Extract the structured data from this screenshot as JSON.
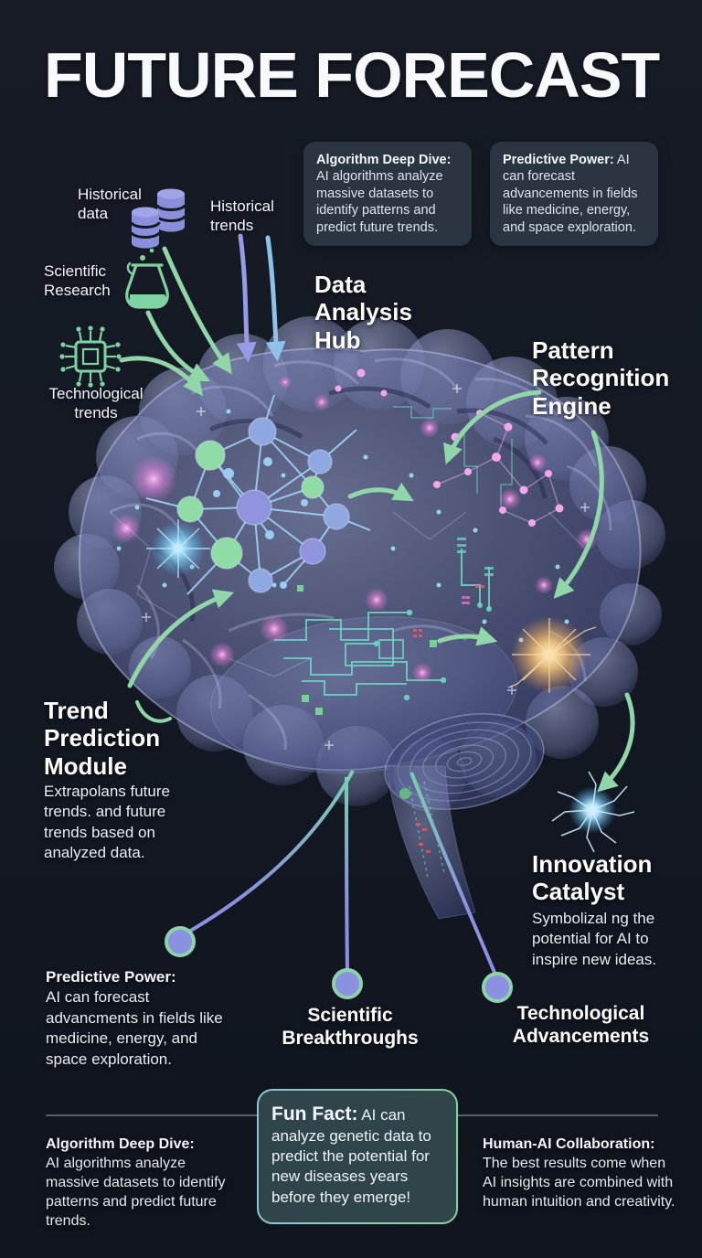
{
  "title": "FUTURE FORECAST",
  "colors": {
    "background": "#141a24",
    "panel": "#2b3541",
    "funfact_panel": "#30454a",
    "accent_green": "#90d6a8",
    "accent_purple": "#8b90e0",
    "accent_blue": "#8ec2e8",
    "brain_lavender": "#7880b4"
  },
  "icons": {
    "database": "database-icon",
    "flask": "flask-icon",
    "chip": "chip-icon",
    "network": "network-nodes-icon",
    "spark": "spark-burst-icon",
    "glow": "innovation-glow-icon",
    "dot": "connector-dot"
  },
  "callouts": {
    "algorithm": {
      "lead": "Algorithm Deep Dive:",
      "text": "AI algorithms analyze massive datasets to identify patterns and predict future trends."
    },
    "predictive": {
      "lead": "Predictive Power:",
      "text": "AI can forecast advancements in fields like medicine, energy, and space exploration."
    }
  },
  "inputs": {
    "historical_data": "Historical data",
    "historical_trends": "Historical trends",
    "scientific_research": "Scientific Research",
    "technological_trends": "Technological trends"
  },
  "modules": {
    "hub": {
      "title": "Data Analysis Hub"
    },
    "pattern": {
      "title": "Pattern Recognition Engine"
    },
    "trend": {
      "title": "Trend Prediction Module",
      "body": "Extrapolans future trends. and future trends based on analyzed data."
    },
    "innovation": {
      "title": "Innovation Catalyst",
      "body": "Symbolizal ng the potential for AI to inspire new ideas."
    }
  },
  "outputs": {
    "predictive_power": {
      "lead": "Predictive Power:",
      "text": "AI can forecast advancments in fields like medicine, energy, and space exploration."
    },
    "scientific": "Scientific Breakthroughs",
    "technological": "Technological Advancements"
  },
  "footer": {
    "algorithm": {
      "lead": "Algorithm Deep Dive:",
      "text": "AI algorithms analyze massive datasets to identify patterns and predict future trends."
    },
    "fun_fact": {
      "lead": "Fun Fact:",
      "text": "AI can analyze genetic data to predict the potential for new diseases years before they emerge!"
    },
    "collaboration": {
      "lead": "Human-AI Collaboration:",
      "text": "The best results come when AI insights are combined with human intuition and creativity."
    }
  }
}
